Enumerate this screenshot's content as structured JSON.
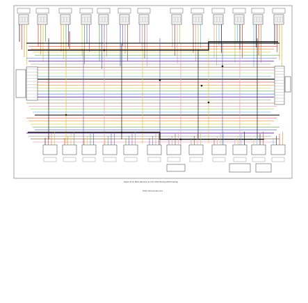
{
  "figure": {
    "caption": "Figure 8-13. Main Harness (2 of 3): 2014 Touring (W/O Fairing)",
    "footer_note": "Shifty Stitched Electrics"
  },
  "colors": {
    "black": "#1a1a1a",
    "red": "#d23a2a",
    "orange": "#e08a2a",
    "yellow": "#d8c23a",
    "green": "#5aa04a",
    "blue": "#3a62c8",
    "violet": "#8a5ab8",
    "gray": "#9a9a9a",
    "brown": "#8a5a32",
    "pink": "#e39ab2",
    "lightgreen": "#a8cf5a",
    "lightblue": "#6ab8e0",
    "frame": "#555555"
  },
  "wire_colors": [
    "black",
    "red",
    "orange",
    "yellow",
    "green",
    "blue",
    "violet",
    "gray",
    "brown",
    "pink",
    "lightgreen",
    "lightblue"
  ]
}
